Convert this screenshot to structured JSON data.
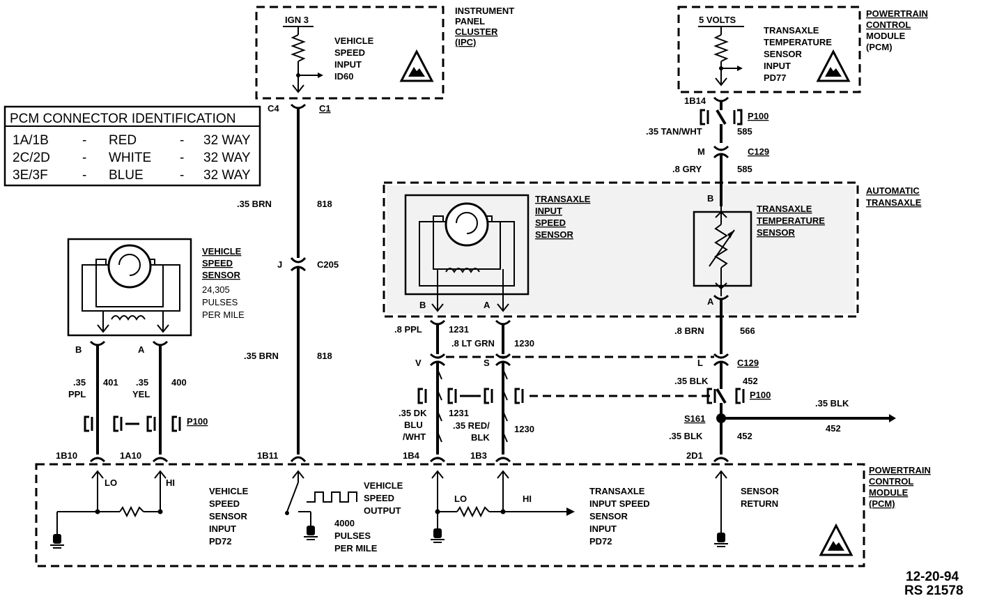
{
  "pcm_connector_table": {
    "title": "PCM CONNECTOR IDENTIFICATION",
    "rows": [
      {
        "pins": "1A/1B",
        "sep1": "-",
        "color": "RED",
        "sep2": "-",
        "ways": "32 WAY"
      },
      {
        "pins": "2C/2D",
        "sep1": "-",
        "color": "WHITE",
        "sep2": "-",
        "ways": "32 WAY"
      },
      {
        "pins": "3E/3F",
        "sep1": "-",
        "color": "BLUE",
        "sep2": "-",
        "ways": "32 WAY"
      }
    ]
  },
  "ipc": {
    "title": [
      "INSTRUMENT",
      "PANEL",
      "CLUSTER",
      "(IPC)"
    ],
    "supply": "IGN 3",
    "input": [
      "VEHICLE",
      "SPEED",
      "INPUT",
      "ID60"
    ],
    "pin_left": "C4",
    "connector": "C1"
  },
  "pcm_top": {
    "title": [
      "POWERTRAIN",
      "CONTROL",
      "MODULE",
      "(PCM)"
    ],
    "supply": "5 VOLTS",
    "input": [
      "TRANSAXLE",
      "TEMPERATURE",
      "SENSOR",
      "INPUT",
      "PD77"
    ],
    "pin": "1B14",
    "connector_p100": "P100",
    "wire_size_color": ".35 TAN/WHT",
    "wire_circuit": "585",
    "pin_m": "M",
    "connector_c129": "C129",
    "wire2_size_color": ".8 GRY",
    "wire2_circuit": "585"
  },
  "automatic_transaxle": {
    "title": [
      "AUTOMATIC",
      "TRANSAXLE"
    ],
    "input_speed_sensor": [
      "TRANSAXLE",
      "INPUT",
      "SPEED",
      "SENSOR"
    ],
    "temp_sensor": [
      "TRANSAXLE",
      "TEMPERATURE",
      "SENSOR"
    ],
    "pin_b_temp": "B",
    "pin_a_temp": "A",
    "pin_b_iss": "B",
    "pin_a_iss": "A"
  },
  "vss": {
    "title": [
      "VEHICLE",
      "SPEED",
      "SENSOR",
      "24,305",
      "PULSES",
      "PER MILE"
    ],
    "pin_b": "B",
    "pin_a": "A",
    "wire_b_size": ".35",
    "wire_b_color": "PPL",
    "wire_b_circuit": "401",
    "wire_a_size": ".35",
    "wire_a_color": "YEL",
    "wire_a_circuit": "400",
    "connector": "P100"
  },
  "brn_circuit": {
    "upper_size_color": ".35 BRN",
    "upper_circuit": "818",
    "pin_j": "J",
    "connector": "C205",
    "lower_size_color": ".35 BRN",
    "lower_circuit": "818"
  },
  "iss_wires": {
    "w1_size_color": ".8 PPL",
    "w1_circuit": "1231",
    "w2_size_color": ".8 LT GRN",
    "w2_circuit": "1230",
    "pin_v": "V",
    "pin_s": "S",
    "lower1_size_color": [
      ".35 DK",
      "BLU",
      "/WHT"
    ],
    "lower1_circuit": "1231",
    "lower2_size_color": [
      ".35 RED/",
      "BLK"
    ],
    "lower2_circuit": "1230"
  },
  "return_wires": {
    "upper_size_color": ".8 BRN",
    "upper_circuit": "566",
    "pin_l": "L",
    "connector": "C129",
    "mid_size_color": ".35 BLK",
    "mid_circuit": "452",
    "p100": "P100",
    "splice": "S161",
    "branch_size_color": ".35 BLK",
    "branch_circuit": "452",
    "lower_size_color": ".35 BLK",
    "lower_circuit": "452"
  },
  "pcm_bottom": {
    "title": [
      "POWERTRAIN",
      "CONTROL",
      "MODULE",
      "(PCM)"
    ],
    "pins": [
      "1B10",
      "1A10",
      "1B11",
      "1B4",
      "1B3",
      "2D1"
    ],
    "lo": "LO",
    "hi": "HI",
    "vss_input": [
      "VEHICLE",
      "SPEED",
      "SENSOR",
      "INPUT",
      "PD72"
    ],
    "vss_output": [
      "VEHICLE",
      "SPEED",
      "OUTPUT"
    ],
    "pulses": [
      "4000",
      "PULSES",
      "PER MILE"
    ],
    "iss_lo": "LO",
    "iss_hi": "HI",
    "iss_input": [
      "TRANSAXLE",
      "INPUT SPEED",
      "SENSOR",
      "INPUT",
      "PD72"
    ],
    "sensor_return": [
      "SENSOR",
      "RETURN"
    ]
  },
  "footer": {
    "date": "12-20-94",
    "ref": "RS 21578"
  }
}
